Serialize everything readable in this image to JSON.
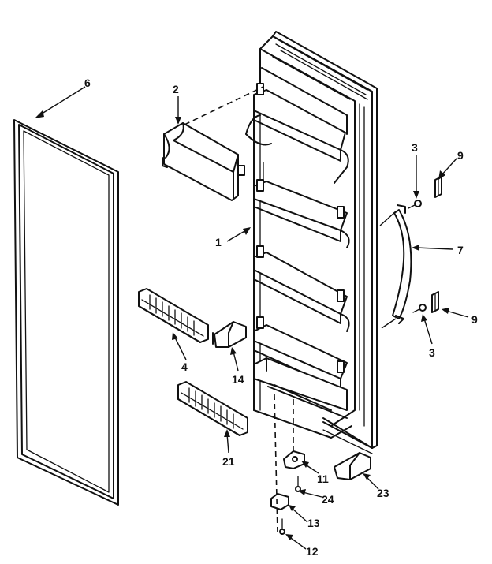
{
  "callouts": {
    "door": "1",
    "shelf_front": "2",
    "screw_hinge": "3",
    "shelf_rail_a": "4",
    "gasket": "6",
    "handle": "7",
    "handle_trim": "9",
    "hinge_bottom": "11",
    "hinge_pin_bushing": "12",
    "hinge_bracket": "13",
    "shelf_clip_a": "14",
    "shelf_rail_b": "21",
    "screw_bottom": "24",
    "shelf_clip_b": "23"
  }
}
